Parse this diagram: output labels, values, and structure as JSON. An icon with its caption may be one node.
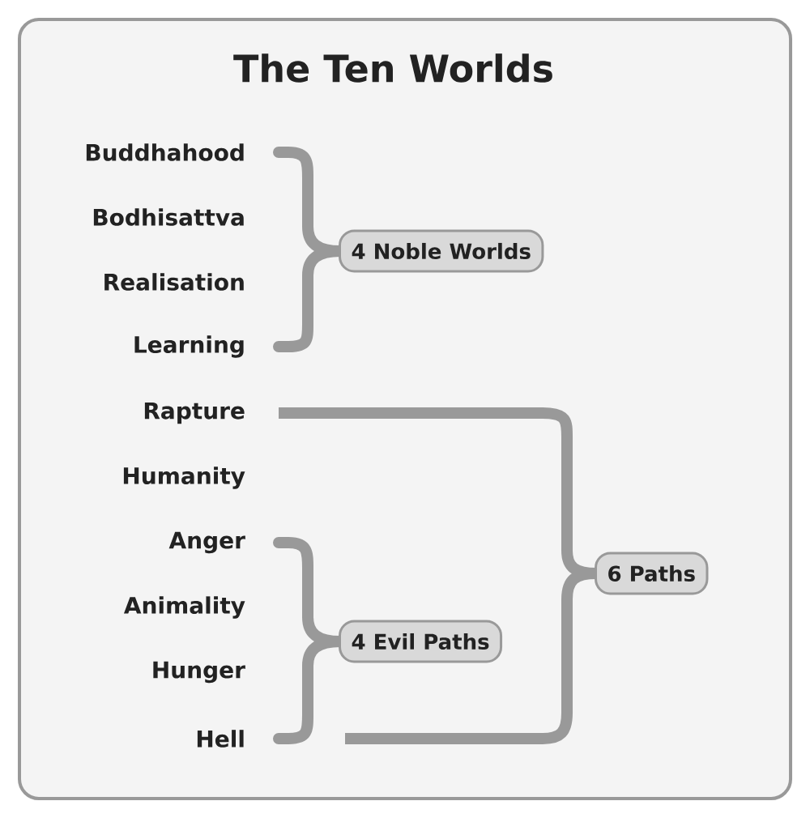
{
  "diagram": {
    "title": "The Ten Worlds",
    "nodes": [
      {
        "text": [
          "4 Noble Worlds"
        ]
      },
      {
        "text": [
          "6 Paths"
        ]
      },
      {
        "text": [
          "4 Evil Paths"
        ]
      }
    ],
    "labels": [
      "Buddhahood",
      "Bodhisattva",
      "Realisation",
      "Learning",
      "Rapture",
      "Humanity",
      "Anger",
      "Animality",
      "Hunger",
      "Hell"
    ]
  }
}
